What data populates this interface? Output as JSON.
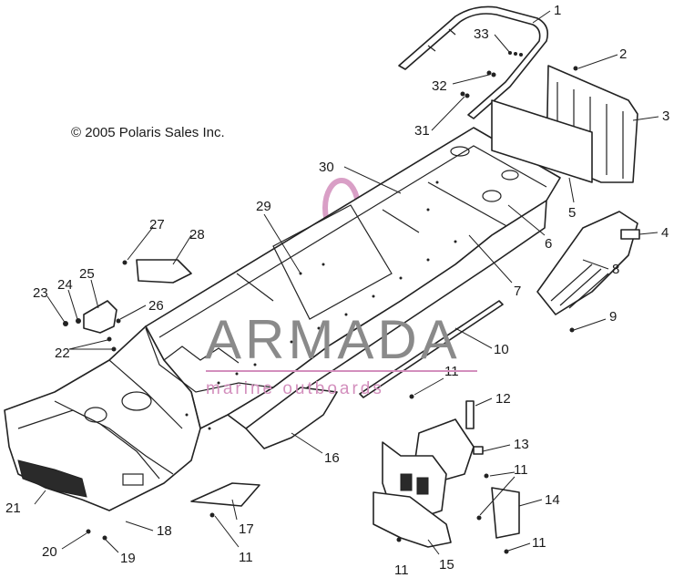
{
  "copyright": "© 2005 Polaris Sales Inc.",
  "watermark": {
    "brand": "ARMADA",
    "tagline": "marine outboards",
    "logo_color": "#d38fbd",
    "text_color": "#8a8a8a"
  },
  "callouts": [
    "1",
    "2",
    "3",
    "4",
    "5",
    "6",
    "7",
    "8",
    "9",
    "10",
    "11",
    "12",
    "13",
    "14",
    "15",
    "16",
    "17",
    "18",
    "19",
    "20",
    "21",
    "22",
    "23",
    "24",
    "25",
    "26",
    "27",
    "28",
    "29",
    "30",
    "31",
    "32",
    "33",
    "11",
    "11",
    "11",
    "11",
    "11"
  ]
}
